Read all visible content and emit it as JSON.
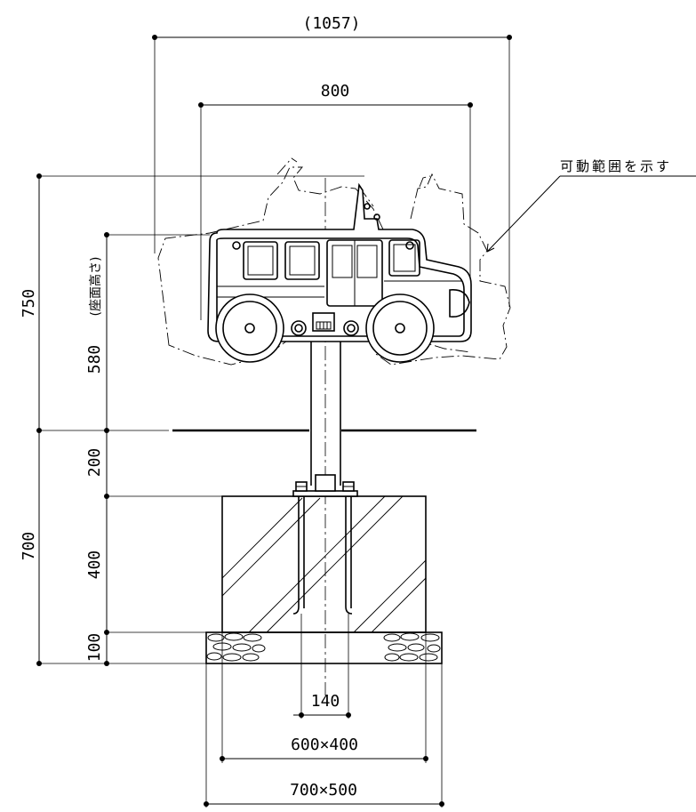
{
  "dimensions": {
    "top_overall": "(1057)",
    "top_body": "800",
    "left_total_upper": "750",
    "left_seat": "580",
    "left_seat_note": "(座面高さ)",
    "left_200": "200",
    "left_total_lower": "700",
    "left_400": "400",
    "left_100": "100",
    "bottom_bolt": "140",
    "bottom_footing": "600×400",
    "bottom_base": "700×500"
  },
  "notes": {
    "range_note": "可動範囲を示す"
  }
}
